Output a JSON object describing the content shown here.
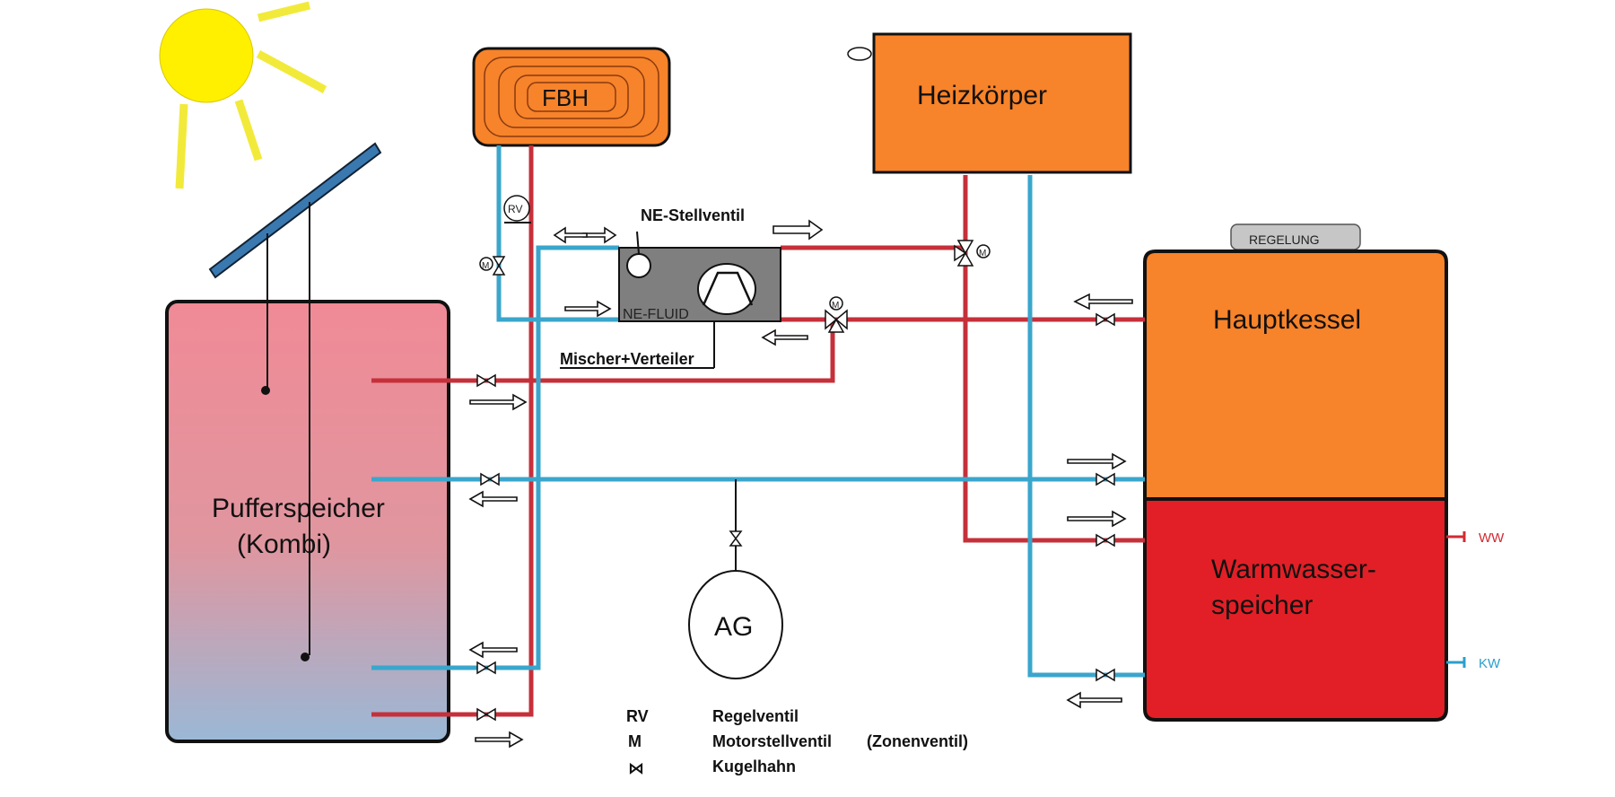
{
  "labels": {
    "fbh": "FBH",
    "heizkoerper": "Heizkörper",
    "regelung": "REGELUNG",
    "hauptkessel": "Hauptkessel",
    "warmwasser_line1": "Warmwasser-",
    "warmwasser_line2": "speicher",
    "puffer_line1": "Pufferspeicher",
    "puffer_line2": "(Kombi)",
    "ne_stellventil": "NE-Stellventil",
    "ne_fluid": "NE-FLUID",
    "mischer_verteiler": "Mischer+Verteiler",
    "rv": "RV",
    "m": "M",
    "ag": "AG",
    "ww": "WW",
    "kw": "KW"
  },
  "legend": [
    {
      "symbol": "RV",
      "text": "Regelventil",
      "extra": ""
    },
    {
      "symbol": "M",
      "text": "Motorstellventil",
      "extra": "(Zonenventil)"
    },
    {
      "symbol": "⋈",
      "text": "Kugelhahn",
      "extra": ""
    }
  ],
  "colors": {
    "hot_pipe": "#c5303a",
    "cold_pipe": "#3aa6cc",
    "boiler_orange": "#f7832a",
    "hot_water_red": "#e21f26",
    "sun_yellow": "#fff000",
    "buffer_top": "#f08a96",
    "buffer_bottom": "#9ab8d6"
  }
}
